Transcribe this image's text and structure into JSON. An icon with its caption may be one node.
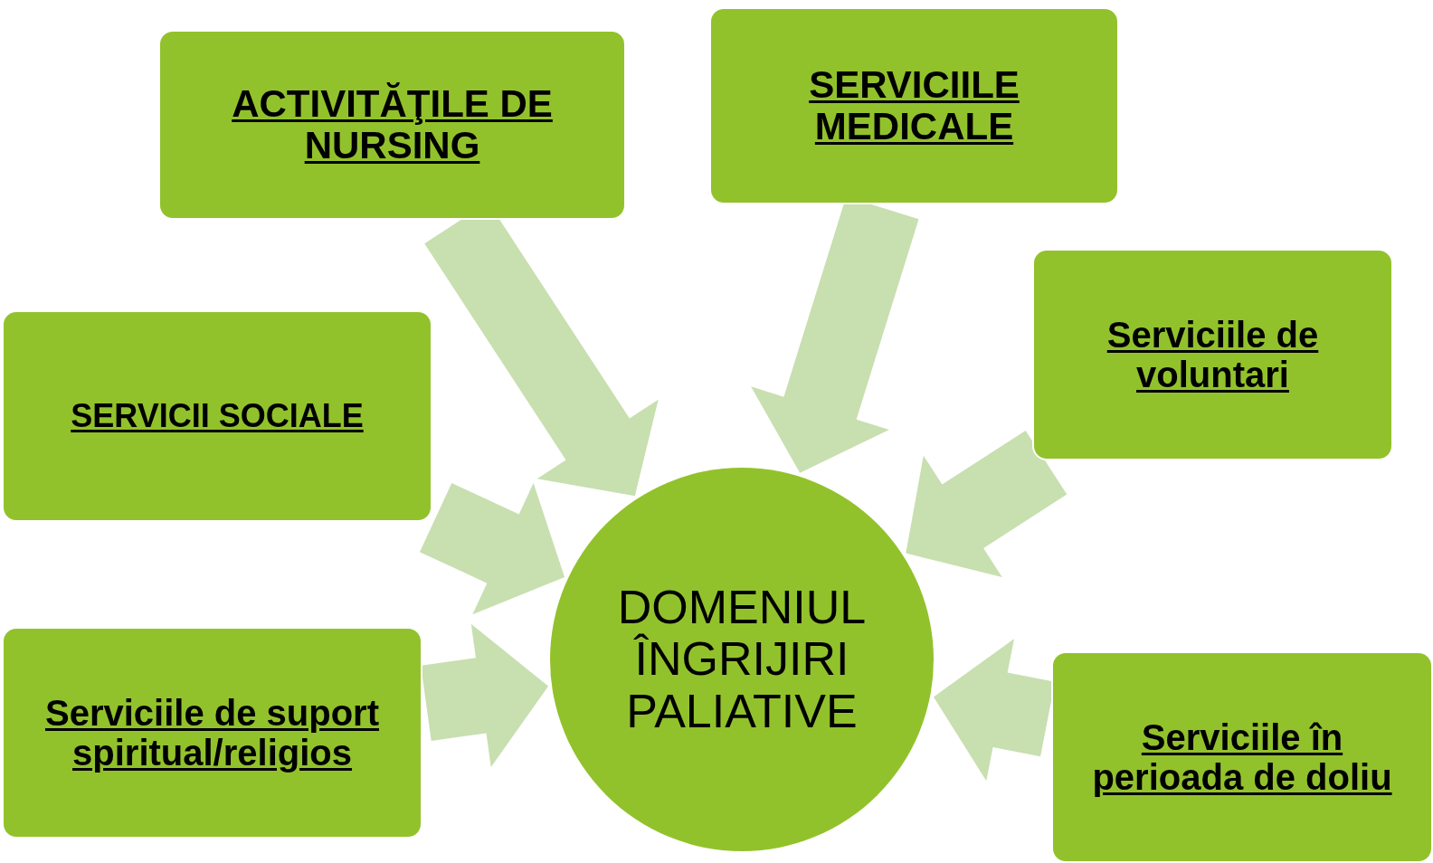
{
  "diagram": {
    "nodes": [
      {
        "text": [
          "ACTIVITĂŢILE DE NURSING"
        ]
      },
      {
        "text": [
          "SERVICIILE MEDICALE"
        ]
      },
      {
        "text": [
          "SERVICII SOCIALE"
        ]
      },
      {
        "text": [
          "Serviciile de voluntari"
        ]
      },
      {
        "text": [
          "Serviciile de suport spiritual/religios"
        ]
      },
      {
        "text": [
          "Serviciile în perioada de doliu"
        ]
      },
      {
        "text": [
          "DOMENIUL ÎNGRIJIRI PALIATIVE"
        ]
      }
    ],
    "edges": [
      {
        "from": 0,
        "to": 6,
        "arrow": "to"
      },
      {
        "from": 1,
        "to": 6,
        "arrow": "to"
      },
      {
        "from": 3,
        "to": 6,
        "arrow": "to"
      },
      {
        "from": 2,
        "to": 6,
        "arrow": "to"
      },
      {
        "from": 4,
        "to": 6,
        "arrow": "to"
      },
      {
        "from": 5,
        "to": 6,
        "arrow": "to"
      }
    ]
  }
}
